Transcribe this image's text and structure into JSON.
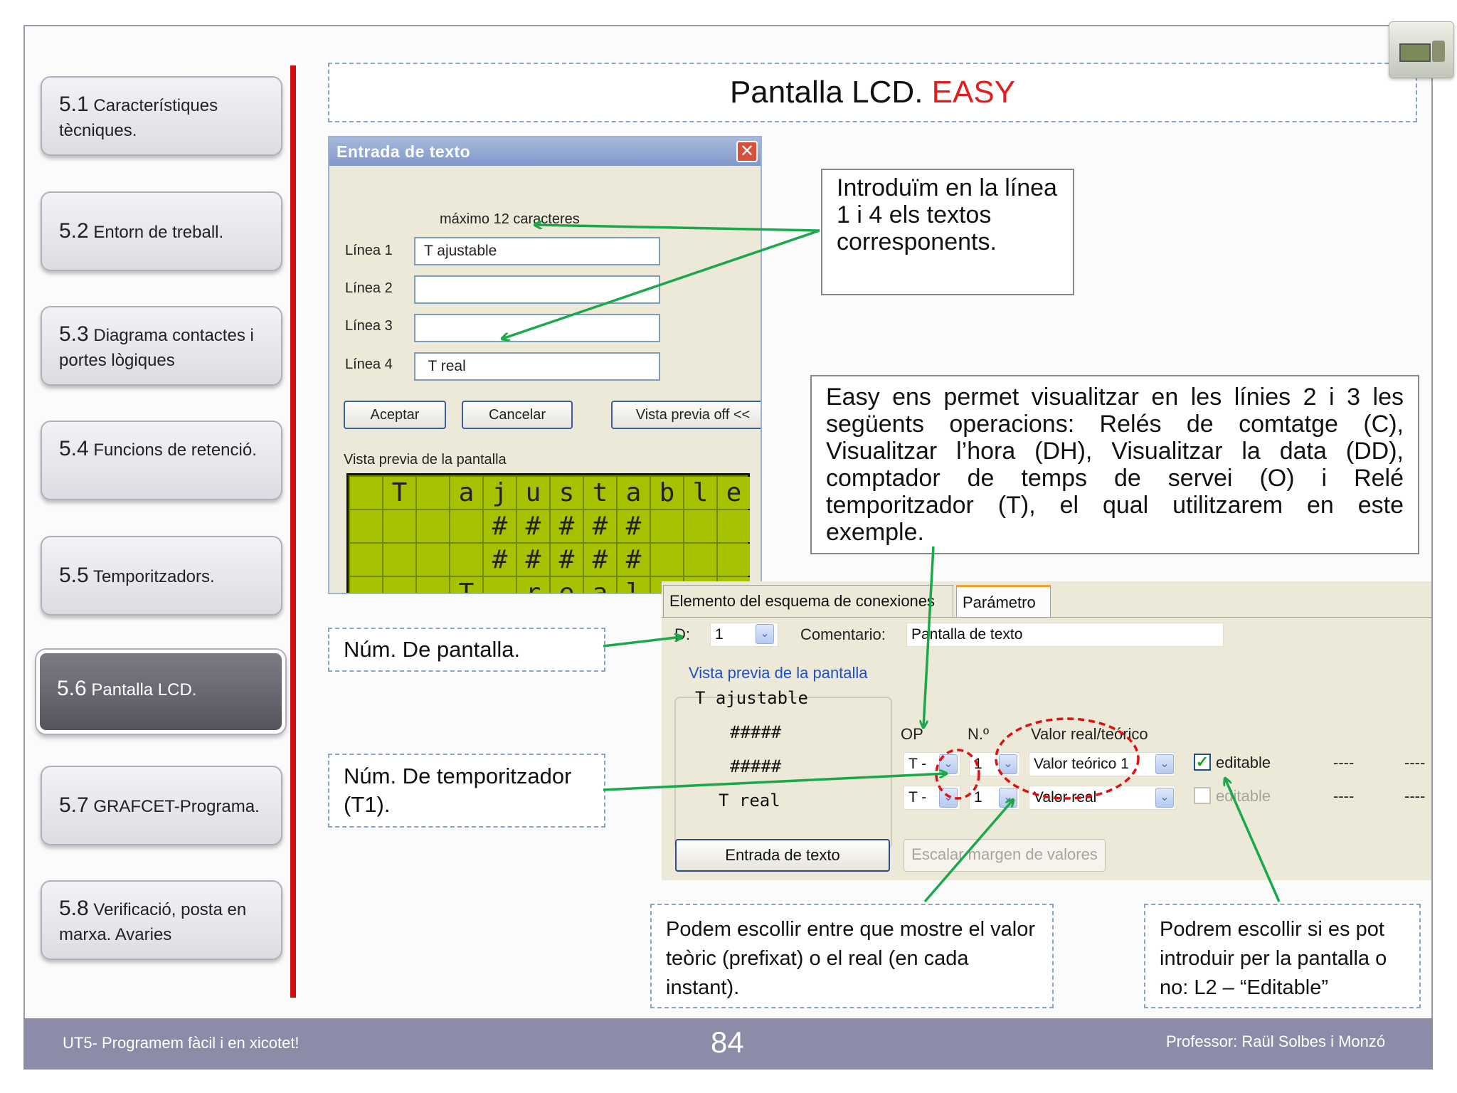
{
  "sidebar": {
    "items": [
      {
        "num": "5.1",
        "label": "Característiques tècniques."
      },
      {
        "num": "5.2",
        "label": "Entorn de treball."
      },
      {
        "num": "5.3",
        "label": "Diagrama contactes i portes lògiques"
      },
      {
        "num": "5.4",
        "label": "Funcions de retenció."
      },
      {
        "num": "5.5",
        "label": "Temporitzadors."
      },
      {
        "num": "5.6",
        "label": "Pantalla LCD.",
        "active": true
      },
      {
        "num": "5.7",
        "label": "GRAFCET-Programa."
      },
      {
        "num": "5.8",
        "label": "Verificació, posta en marxa. Avaries"
      }
    ]
  },
  "title": {
    "main": "Pantalla LCD. ",
    "accent": "EASY"
  },
  "dialog": {
    "title": "Entrada de texto",
    "close": "✕",
    "max_chars": "máximo 12 caracteres",
    "lines": [
      {
        "label": "Línea 1",
        "value": "T ajustable"
      },
      {
        "label": "Línea 2",
        "value": ""
      },
      {
        "label": "Línea 3",
        "value": ""
      },
      {
        "label": "Línea 4",
        "value": " T real"
      }
    ],
    "buttons": {
      "accept": "Aceptar",
      "cancel": "Cancelar",
      "preview_off": "Vista previa off <<"
    },
    "preview_label": "Vista previa de la pantalla",
    "lcd_rows": [
      [
        "",
        "T",
        "",
        "a",
        "j",
        "u",
        "s",
        "t",
        "a",
        "b",
        "l",
        "e"
      ],
      [
        "",
        "",
        "",
        "",
        "#",
        "#",
        "#",
        "#",
        "#",
        "",
        "",
        ""
      ],
      [
        "",
        "",
        "",
        "",
        "#",
        "#",
        "#",
        "#",
        "#",
        "",
        "",
        ""
      ],
      [
        "",
        "",
        "",
        "T",
        "",
        "r",
        "e",
        "a",
        "l",
        "",
        "",
        ""
      ]
    ]
  },
  "callouts": {
    "introduim": "Introduïm en la línea 1 i 4 els textos corresponents.",
    "easy": "Easy ens permet visualitzar en les línies 2 i 3 les següents operacions: Relés de comtatge (C), Visualitzar l’hora (DH), Visualitzar la data (DD), comptador de temps de servei (O) i Relé temporitzador (T), el qual utilitzarem en este exemple.",
    "num_pantalla": "Núm. De pantalla.",
    "num_temporitzador": "Núm. De temporitzador (T1).",
    "podem": "Podem escollir entre que mostre el valor teòric (prefixat) o el real (en cada instant).",
    "podrem": "Podrem escollir si es pot introduir per la pantalla o no: L2 – “Editable”"
  },
  "panel": {
    "tabs": [
      "Elemento del esquema de conexiones",
      "Parámetro"
    ],
    "d_label": "D:",
    "d_value": "1",
    "comment_label": "Comentario:",
    "comment_value": "Pantalla de texto",
    "preview_title": "Vista previa de la pantalla",
    "preview_lines": [
      "T ajustable",
      "#####",
      "#####",
      "T real"
    ],
    "headers": {
      "op": "OP",
      "no": "N.º",
      "valor": "Valor real/teórico"
    },
    "rows": [
      {
        "op": "T -",
        "no": "1",
        "valor": "Valor teórico 1",
        "editable": "editable",
        "checked": true,
        "c1": "----",
        "c2": "----"
      },
      {
        "op": "T -",
        "no": "1",
        "valor": "Valor real",
        "editable": "editable",
        "checked": false,
        "c1": "----",
        "c2": "----"
      }
    ],
    "btn_entrada": "Entrada de texto",
    "btn_escalar": "Escalar margen de valores",
    "dropdown_glyph": "⌄",
    "check_glyph": "✓"
  },
  "footer": {
    "left": "UT5- Programem fàcil i en xicotet!",
    "page": "84",
    "right": "Professor: Raül Solbes i Monzó"
  },
  "colors": {
    "accent": "#e02020",
    "arrow": "#1aa84a",
    "highlight": "#e01010",
    "lcd": "#a6c100",
    "footer": "#8c8ba8"
  }
}
